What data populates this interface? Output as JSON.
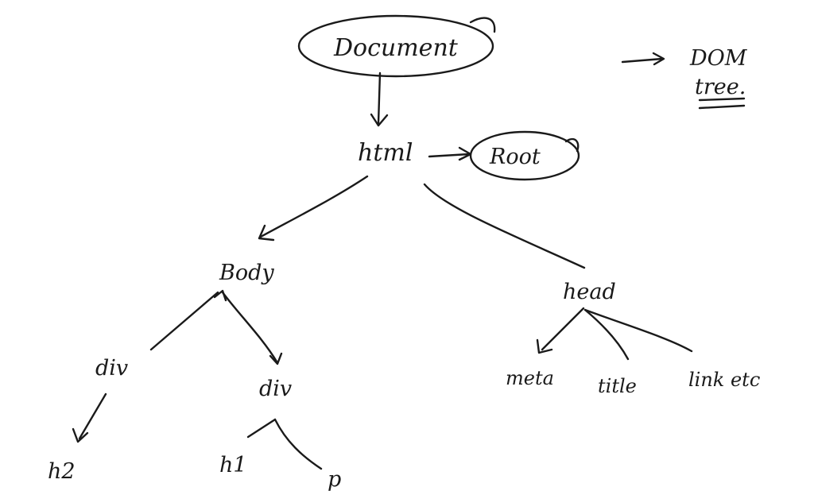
{
  "nodes": {
    "document": "Document",
    "html": "html",
    "root": "Root",
    "body": "Body",
    "head": "head",
    "div_left": "div",
    "div_right": "div",
    "h2": "h2",
    "h1": "h1",
    "p": "p",
    "meta": "meta",
    "title": "title",
    "link_etc": "link etc"
  },
  "annotation": {
    "line1": "DOM",
    "line2": "tree."
  }
}
